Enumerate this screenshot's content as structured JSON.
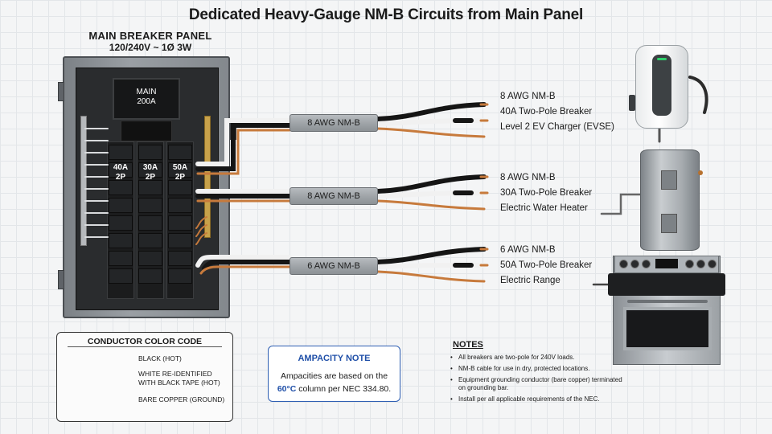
{
  "title": "Dedicated Heavy-Gauge NM-B Circuits from Main Panel",
  "panel": {
    "heading": "MAIN BREAKER PANEL",
    "rating": "120/240V ~ 1Ø 3W",
    "main_breaker_line1": "MAIN",
    "main_breaker_line2": "200A",
    "breakers": [
      {
        "amps": "40A",
        "poles": "2P"
      },
      {
        "amps": "30A",
        "poles": "2P"
      },
      {
        "amps": "50A",
        "poles": "2P"
      }
    ]
  },
  "circuits": [
    {
      "jacket": "8 AWG NM-B",
      "gauge": "8 AWG NM-B",
      "breaker": "40A Two-Pole Breaker",
      "load": "Level 2 EV Charger (EVSE)"
    },
    {
      "jacket": "8 AWG NM-B",
      "gauge": "8 AWG NM-B",
      "breaker": "30A Two-Pole Breaker",
      "load": "Electric Water Heater"
    },
    {
      "jacket": "6 AWG NM-B",
      "gauge": "6 AWG NM-B",
      "breaker": "50A Two-Pole Breaker",
      "load": "Electric Range"
    }
  ],
  "legend": {
    "title": "CONDUCTOR COLOR CODE",
    "items": [
      {
        "label": "BLACK (HOT)",
        "label2": ""
      },
      {
        "label": "WHITE RE-IDENTIFIED",
        "label2": "WITH BLACK TAPE (HOT)"
      },
      {
        "label": "BARE COPPER (GROUND)",
        "label2": ""
      }
    ]
  },
  "ampacity": {
    "title": "AMPACITY NOTE",
    "line1": "Ampacities are based on the",
    "temp": "60°C",
    "line2": " column per NEC 334.80."
  },
  "notes": {
    "title": "NOTES",
    "items": [
      "All breakers are two-pole for 240V loads.",
      "NM-B cable for use in dry, protected locations.",
      "Equipment grounding conductor (bare copper) terminated on grounding bar.",
      "Install per all applicable requirements of the NEC."
    ]
  },
  "colors": {
    "hot_black": "#151515",
    "hot_white": "#f2f2f2",
    "ground_copper": "#c77a3c",
    "accent_blue": "#1f4fa8"
  }
}
